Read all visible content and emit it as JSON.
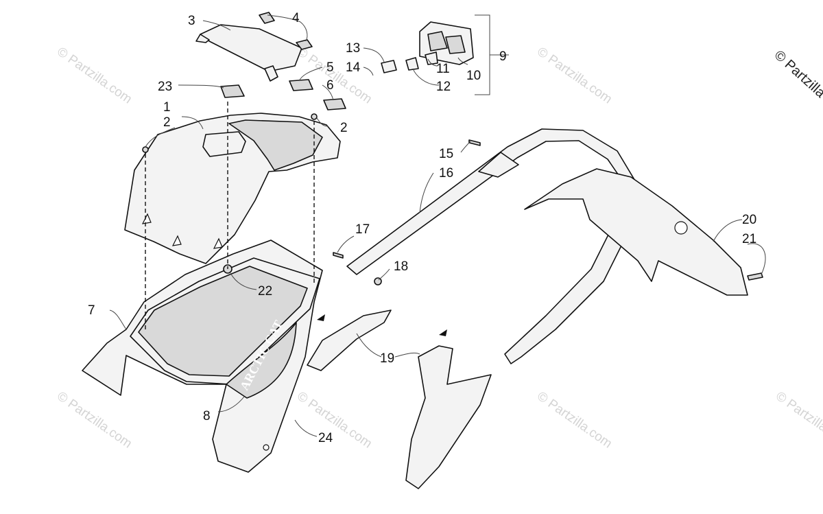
{
  "watermark": "© Partzilla.com",
  "copyright_corner": "© Partzilla",
  "decal_text": "ARCTIC CAT",
  "callouts": {
    "c1": "1",
    "c2a": "2",
    "c2b": "2",
    "c3": "3",
    "c4": "4",
    "c5": "5",
    "c6": "6",
    "c7": "7",
    "c8": "8",
    "c9": "9",
    "c10": "10",
    "c11": "11",
    "c12": "12",
    "c13": "13",
    "c14": "14",
    "c15": "15",
    "c16": "16",
    "c17": "17",
    "c18": "18",
    "c19": "19",
    "c20": "20",
    "c21": "21",
    "c22": "22",
    "c23": "23",
    "c24": "24"
  }
}
